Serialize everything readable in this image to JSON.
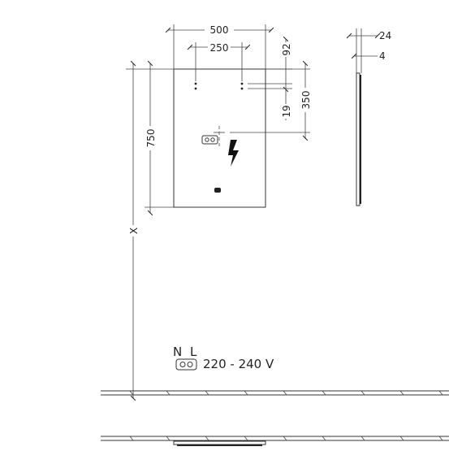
{
  "dimensions": {
    "mirror_width": "500",
    "hole_spacing": "250",
    "top_to_holes": "92",
    "mirror_height": "750",
    "socket_height": "350",
    "hole_to_bracket": "19",
    "total_depth": "24",
    "glass_depth": "4",
    "floor_height": "X"
  },
  "power": {
    "neutral": "N",
    "live": "L",
    "voltage": "220 - 240 V"
  },
  "icons": {
    "lightning": "lightning-bolt-icon",
    "socket": "socket-icon",
    "sensor": "sensor-icon"
  }
}
